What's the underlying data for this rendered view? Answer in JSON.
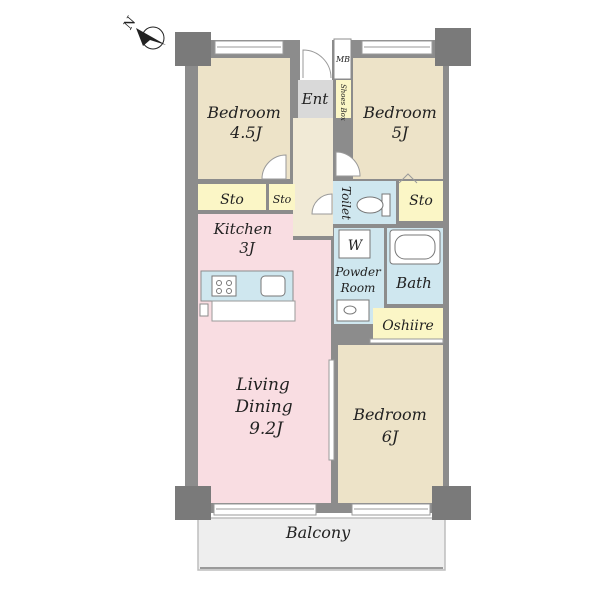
{
  "compass": {
    "label": "N"
  },
  "rooms": {
    "bedroom_nw": {
      "name": "Bedroom",
      "size": "4.5J"
    },
    "bedroom_ne": {
      "name": "Bedroom",
      "size": "5J"
    },
    "entrance": {
      "name": "Ent"
    },
    "meter_box": {
      "name": "MB"
    },
    "shoe_box": {
      "name": "Shoes Box"
    },
    "storage_left": {
      "name": "Sto"
    },
    "storage_small": {
      "name": "Sto"
    },
    "storage_right": {
      "name": "Sto"
    },
    "toilet": {
      "name": "Toilet"
    },
    "kitchen": {
      "name": "Kitchen",
      "size": "3J"
    },
    "washer": {
      "name": "W"
    },
    "powder_room": {
      "line1": "Powder",
      "line2": "Room"
    },
    "bath": {
      "name": "Bath"
    },
    "oshiire": {
      "name": "Oshiire"
    },
    "living": {
      "line1": "Living",
      "line2": "Dining",
      "size": "9.2J"
    },
    "bedroom_se": {
      "name": "Bedroom",
      "size": "6J"
    },
    "balcony": {
      "name": "Balcony"
    }
  },
  "colors": {
    "bedroom": "#ede3c8",
    "living_kitchen": "#f9dde2",
    "wet_area": "#cfe7ef",
    "storage": "#fbf6c6",
    "hall": "#f1ead6",
    "entrance": "#d9d9d9",
    "wall": "#8c8c8c",
    "column": "#7a7a7a",
    "balcony": "#eeeeee"
  }
}
